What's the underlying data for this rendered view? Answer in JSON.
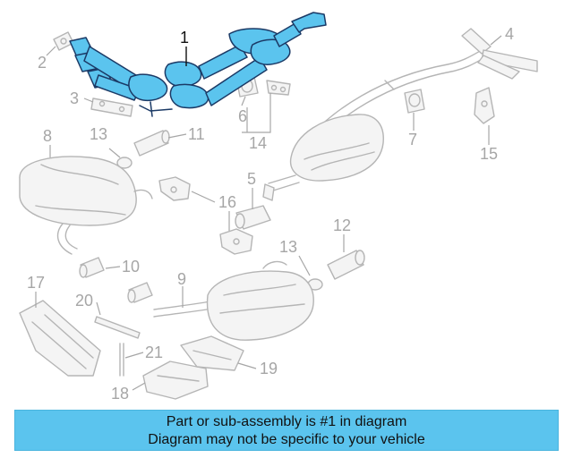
{
  "diagram": {
    "callouts": [
      {
        "label": "1",
        "highlighted": true
      },
      {
        "label": "2"
      },
      {
        "label": "3"
      },
      {
        "label": "4"
      },
      {
        "label": "5"
      },
      {
        "label": "6"
      },
      {
        "label": "7"
      },
      {
        "label": "8"
      },
      {
        "label": "9"
      },
      {
        "label": "10"
      },
      {
        "label": "11"
      },
      {
        "label": "12"
      },
      {
        "label": "13"
      },
      {
        "label": "13"
      },
      {
        "label": "14"
      },
      {
        "label": "15"
      },
      {
        "label": "16"
      },
      {
        "label": "17"
      },
      {
        "label": "18"
      },
      {
        "label": "19"
      },
      {
        "label": "20"
      },
      {
        "label": "21"
      }
    ],
    "highlight_color": "#5bc4ee",
    "line_color": "#b5b5b5",
    "label_color": "#a6a6a6"
  },
  "banner": {
    "line1": "Part or sub-assembly is #1 in diagram",
    "line2": "Diagram may not be specific to your vehicle",
    "color": "#5bc4ee"
  }
}
